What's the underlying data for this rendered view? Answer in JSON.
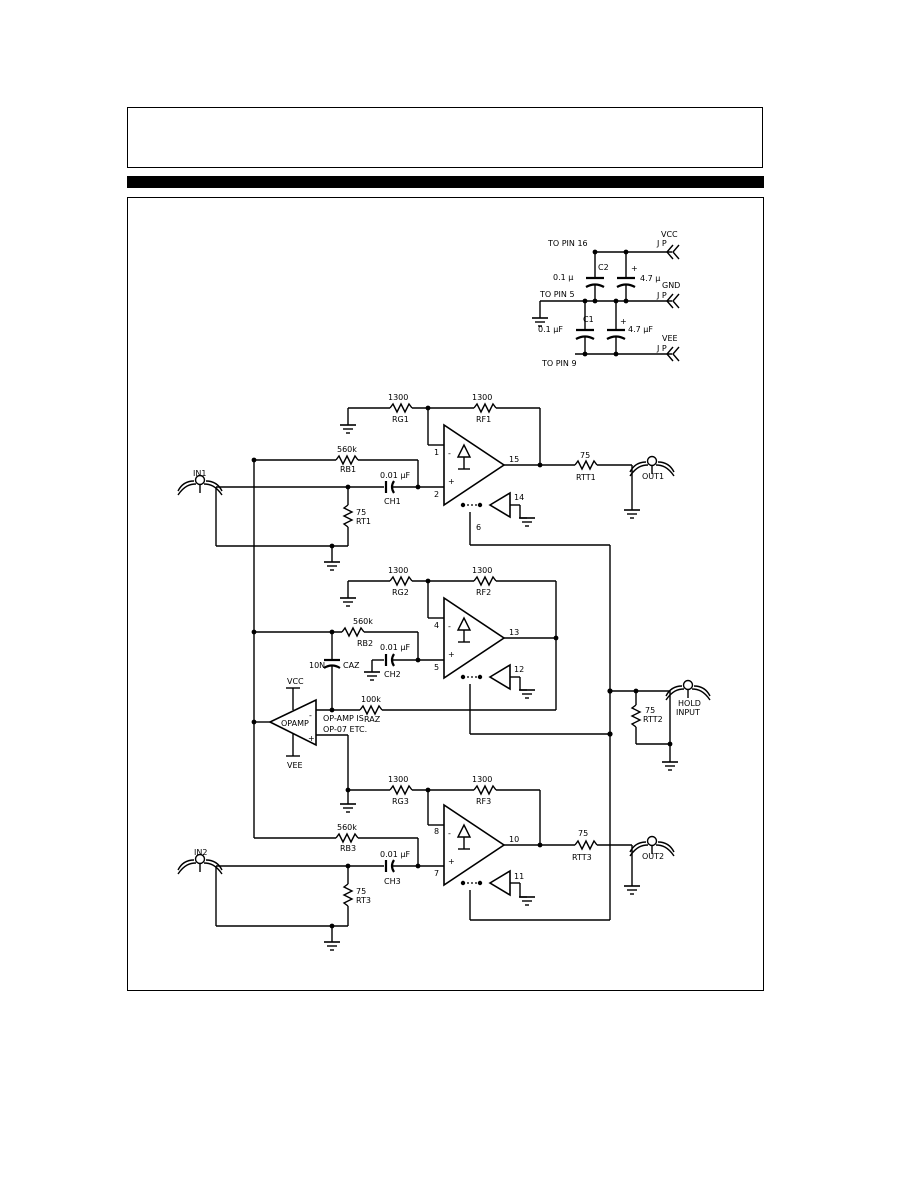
{
  "labels": {
    "to_pin_16": "TO PIN 16",
    "to_pin_5": "TO PIN 5",
    "to_pin_9": "TO PIN 9",
    "c2": "C2",
    "c1": "C1",
    "cap_01u_a": "0.1 µ",
    "cap_01u_b": "0.1 µF",
    "cap_47u_a": "4.7 µ",
    "cap_47u_b": "4.7 µF",
    "vcc_top": "VCC",
    "gnd_top": "GND",
    "vee_top": "VEE",
    "jp": "J P",
    "rg1_val": "1300",
    "rg1": "RG1",
    "rf1_val": "1300",
    "rf1": "RF1",
    "rb1_val": "560k",
    "rb1": "RB1",
    "ch1_val": "0.01 µF",
    "ch1": "CH1",
    "rt1_val": "75",
    "rt1": "RT1",
    "in1": "IN1",
    "pin1": "1",
    "pin2": "2",
    "pin15": "15",
    "pin14": "14",
    "pin6": "6",
    "rtt1_val": "75",
    "rtt1": "RTT1",
    "out1": "OUT1",
    "rg2_val": "1300",
    "rg2": "RG2",
    "rf2_val": "1300",
    "rf2": "RF2",
    "rb2_val": "560k",
    "rb2": "RB2",
    "ch2_val": "0.01 µF",
    "ch2": "CH2",
    "pin4": "4",
    "pin5": "5",
    "pin13": "13",
    "pin12": "12",
    "caz_val": "10N",
    "caz": "CAZ",
    "raz_val": "100k",
    "raz": "RAZ",
    "opamp": "OPAMP",
    "opamp_note_1": "OP-AMP IS",
    "opamp_note_2": "OP-07 ETC.",
    "vcc_amp": "VCC",
    "vee_amp": "VEE",
    "rtt2_val": "75",
    "rtt2": "RTT2",
    "hold_1": "HOLD",
    "hold_2": "INPUT",
    "rg3_val": "1300",
    "rg3": "RG3",
    "rf3_val": "1300",
    "rf3": "RF3",
    "rb3_val": "560k",
    "rb3": "RB3",
    "ch3_val": "0.01 µF",
    "ch3": "CH3",
    "rt3_val": "75",
    "rt3": "RT3",
    "in2": "IN2",
    "pin8": "8",
    "pin7": "7",
    "pin10": "10",
    "pin11": "11",
    "rtt3_val": "75",
    "rtt3": "RTT3",
    "out2": "OUT2",
    "minus": "-",
    "plus": "+",
    "pol_plus": "+"
  }
}
